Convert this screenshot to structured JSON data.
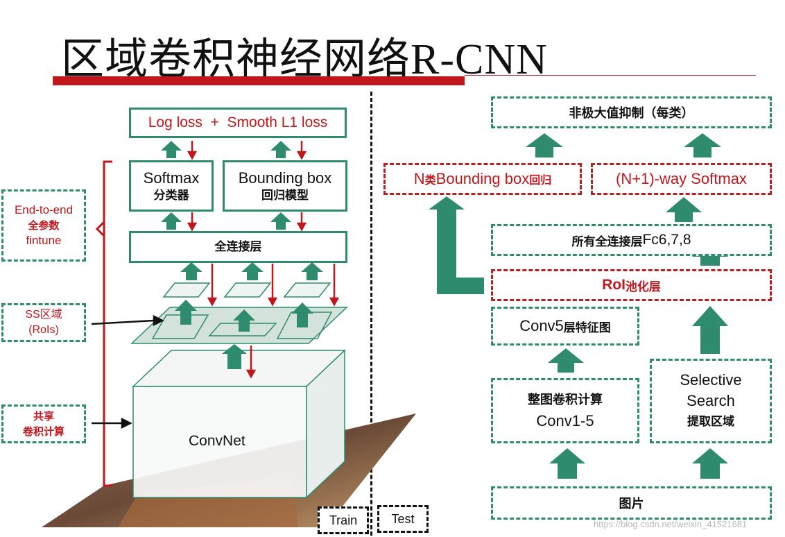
{
  "title": "区域卷积神经网络R-CNN",
  "train": {
    "loss_label": "Log loss  +  Smooth L1 loss",
    "softmax": {
      "line1": "Softmax",
      "line2": "分类器"
    },
    "bbox": {
      "line1": "Bounding box",
      "line2": "回归模型"
    },
    "fc": "全连接层",
    "convnet": "ConvNet",
    "side_notes": {
      "end_to_end": [
        "End-to-end",
        "全参数",
        "fintune"
      ],
      "ss_region": [
        "SS区域",
        "(RoIs)"
      ],
      "shared": [
        "共享",
        "卷积计算"
      ]
    },
    "tag": "Train"
  },
  "test": {
    "tag": "Test",
    "nms": "非极大值抑制（每类）",
    "bbox_reg": {
      "prefix": "N",
      "cn": "类",
      "mid": "Bounding box",
      "suffix": "回归"
    },
    "softmax": "(N+1)-way Softmax",
    "fc": {
      "cn": "所有全连接层",
      "en": "Fc6,7,8"
    },
    "roi": {
      "en": "RoI",
      "cn": "池化层"
    },
    "conv5": {
      "en": "Conv5",
      "cn": "层特征图"
    },
    "conv15": {
      "cn": "整图卷积计算",
      "en": "Conv1-5"
    },
    "selective": {
      "line1": "Selective",
      "line2": "Search",
      "line3": "提取区域"
    },
    "image": "图片"
  },
  "watermark": "https://blog.csdn.net/weixin_41521681",
  "colors": {
    "green": "#2e8b6e",
    "red": "#c0161c",
    "dark": "#111111"
  }
}
